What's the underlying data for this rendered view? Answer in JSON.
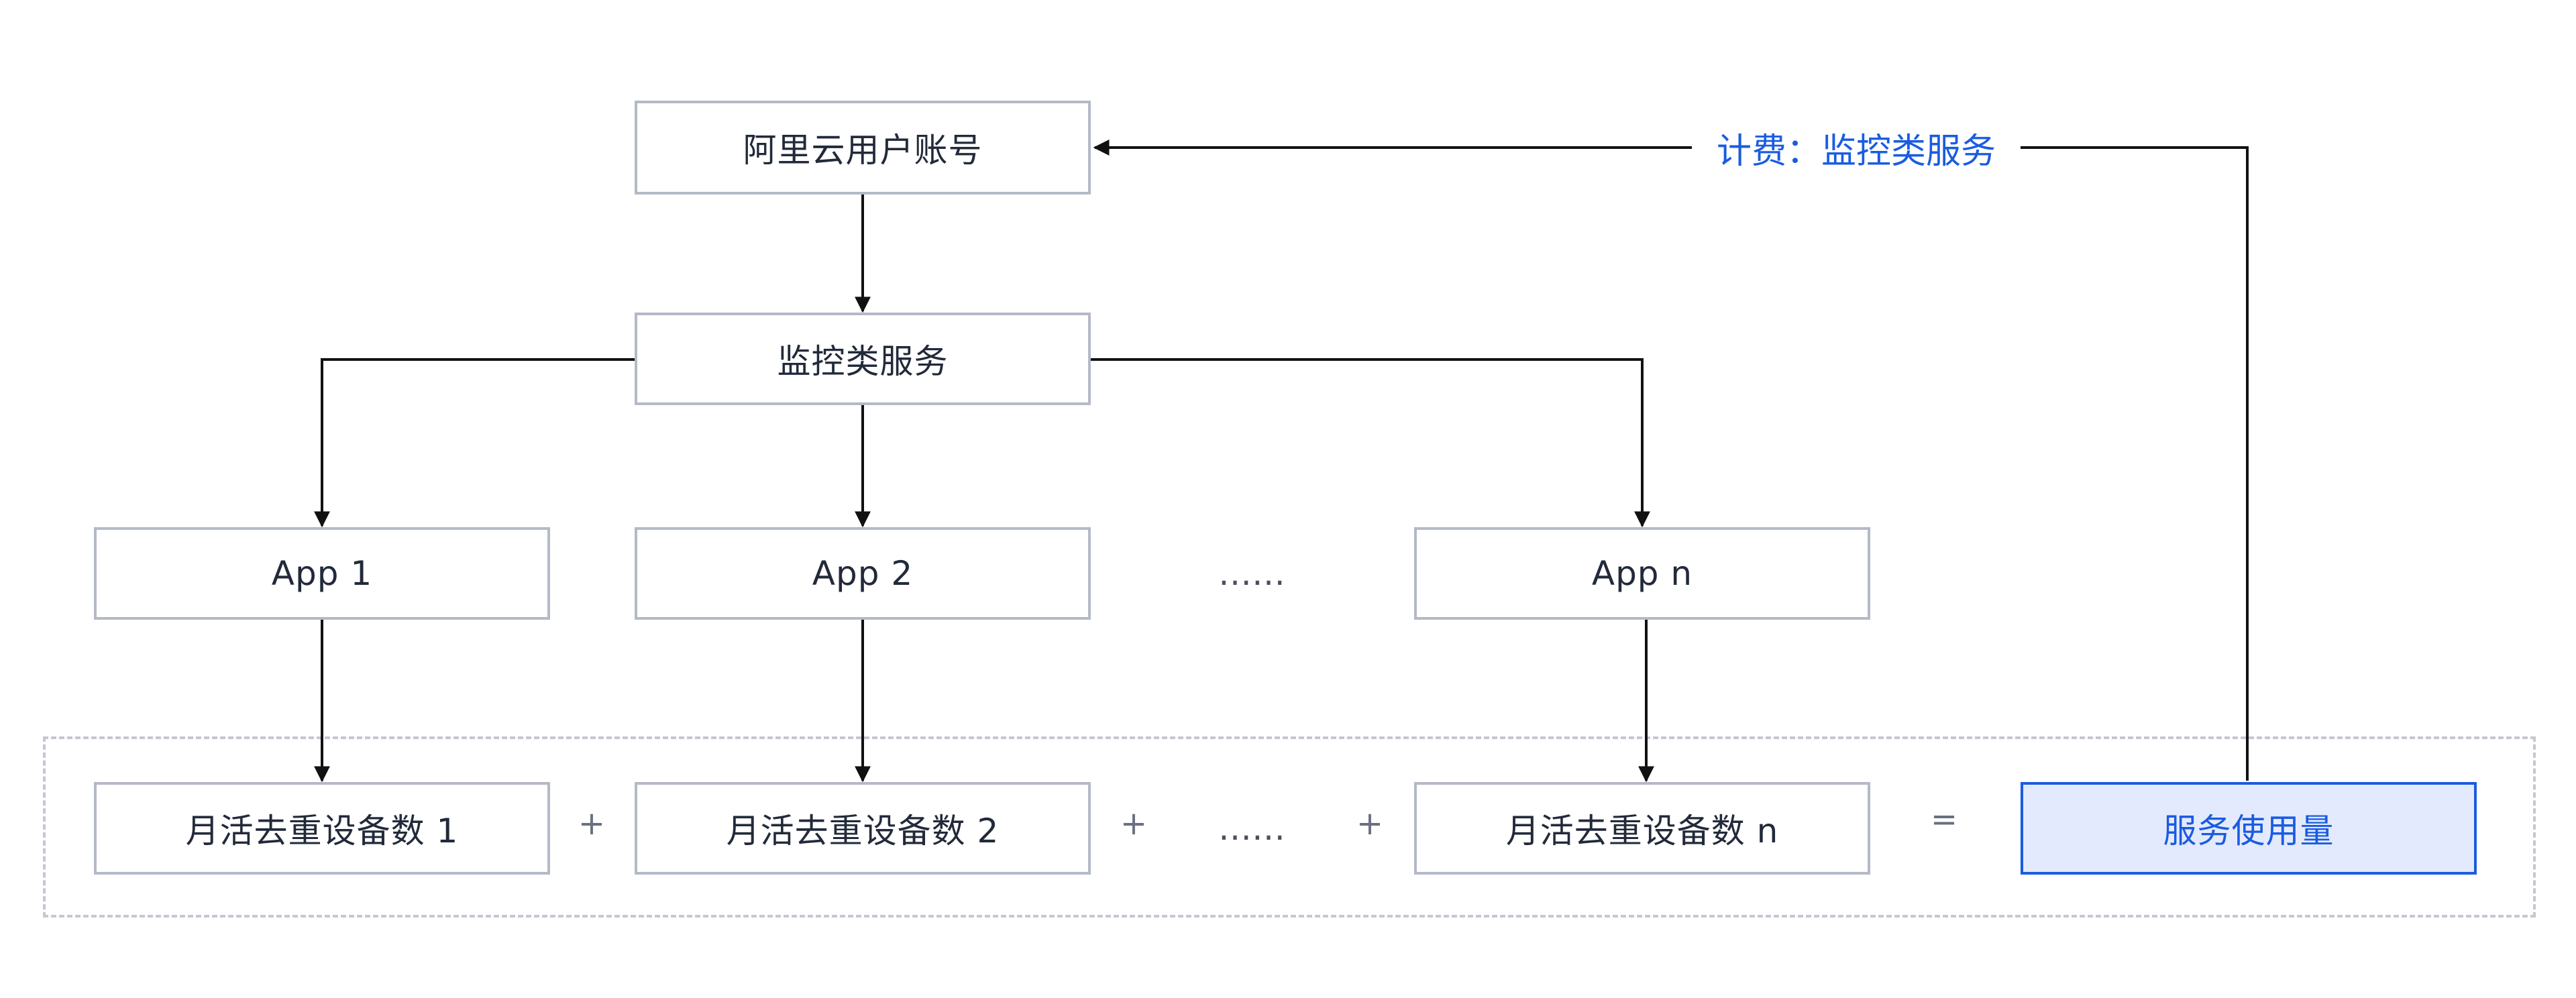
{
  "diagram": {
    "colors": {
      "border": "#b4b9c6",
      "text": "#222a3a",
      "accent": "#1a5ce0",
      "accent_fill": "#e4eafd",
      "wire": "#111111"
    },
    "nodes": {
      "account": "阿里云用户账号",
      "service": "监控类服务",
      "app1": "App 1",
      "app2": "App 2",
      "app_ellipsis": "……",
      "appn": "App n",
      "dev1": "月活去重设备数 1",
      "dev2": "月活去重设备数 2",
      "dev_ellipsis": "……",
      "devn": "月活去重设备数 n",
      "usage": "服务使用量"
    },
    "operators": {
      "plus1": "+",
      "plus2": "+",
      "plus3": "+",
      "equals": "="
    },
    "edges": {
      "billing_label": "计费：监控类服务"
    }
  }
}
